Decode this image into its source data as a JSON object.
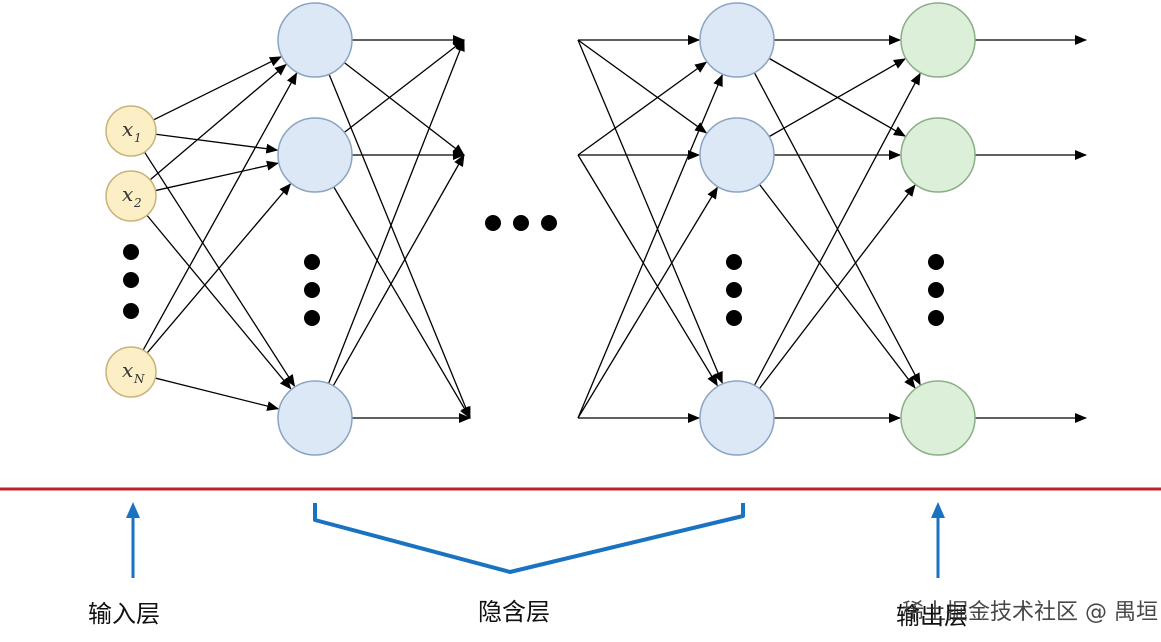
{
  "diagram": {
    "input_nodes": [
      {
        "var": "x",
        "sub": "1"
      },
      {
        "var": "x",
        "sub": "2"
      },
      {
        "var": "x",
        "sub": "N"
      }
    ],
    "labels": {
      "input_layer": "输入层",
      "hidden_layer": "隐含层",
      "output_layer": "输出层"
    },
    "watermark": "稀土掘金技术社区 @ 禺垣",
    "colors": {
      "input_fill": "#fcefc5",
      "input_stroke": "#c8b27a",
      "hidden_fill": "#dce8f5",
      "hidden_stroke": "#8aa4c4",
      "output_fill": "#dcefd9",
      "output_stroke": "#8aae86",
      "divider": "#c0202a",
      "annotation": "#1a73c0"
    }
  }
}
